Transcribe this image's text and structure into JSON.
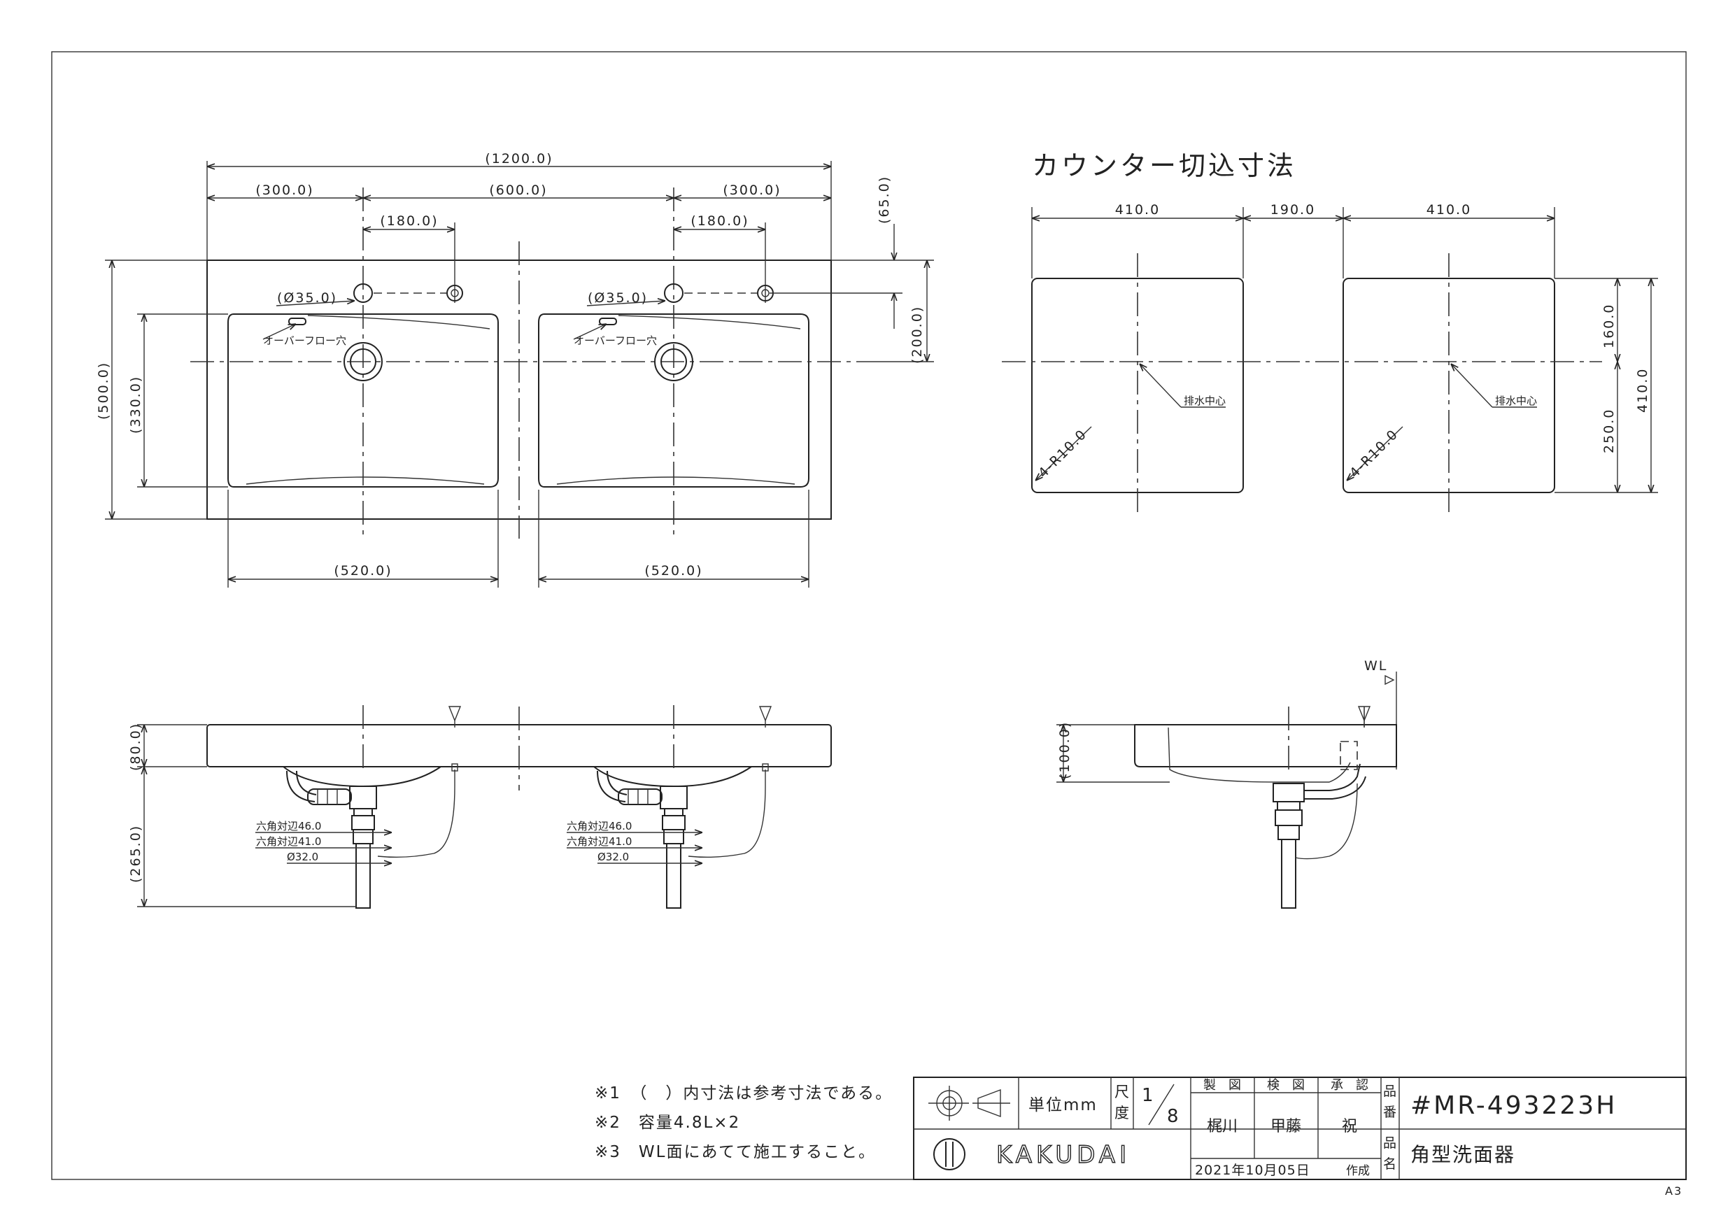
{
  "top_view": {
    "dim_total_width": "(1200.0)",
    "dim_side_left": "(300.0)",
    "dim_center": "(600.0)",
    "dim_side_right": "(300.0)",
    "dim_faucet_left": "(180.0)",
    "dim_faucet_right": "(180.0)",
    "dim_hole_left": "(Ø35.0)",
    "dim_hole_right": "(Ø35.0)",
    "overflow_left": "オーバーフロー穴",
    "overflow_right": "オーバーフロー穴",
    "dim_back_offset": "(65.0)",
    "dim_drain_offset": "(200.0)",
    "dim_total_depth": "(500.0)",
    "dim_bowl_depth": "(330.0)",
    "dim_bowl_left": "(520.0)",
    "dim_bowl_right": "(520.0)"
  },
  "cutout_view": {
    "title": "カウンター切込寸法",
    "dim_left": "410.0",
    "dim_gap": "190.0",
    "dim_right": "410.0",
    "drain_center_left": "排水中心",
    "drain_center_right": "排水中心",
    "radius_left": "4-R10.0",
    "radius_right": "4-R10.0",
    "dim_front": "160.0",
    "dim_rear": "250.0",
    "dim_depth": "410.0"
  },
  "side_view": {
    "dim_thickness": "(80.0)",
    "dim_drain_length": "(265.0)",
    "hex_46_left": "六角対辺46.0",
    "hex_41_left": "六角対辺41.0",
    "pipe_32_left": "Ø32.0",
    "hex_46_right": "六角対辺46.0",
    "hex_41_right": "六角対辺41.0",
    "pipe_32_right": "Ø32.0"
  },
  "end_view": {
    "wl_label": "WL",
    "dim_height": "(100.0)"
  },
  "notes": [
    "※1　（　）内寸法は参考寸法である。",
    "※2　容量4.8L×2",
    "※3　WL面にあてて施工すること。"
  ],
  "title_block": {
    "unit_label": "単位mm",
    "scale_label_1": "尺",
    "scale_label_2": "度",
    "scale_num": "1",
    "scale_den": "8",
    "drawn_head": "製　図",
    "checked_head": "検　図",
    "approved_head": "承　認",
    "drawn_by": "梶川",
    "checked_by": "甲藤",
    "approved_by": "祝",
    "part_no_label_1": "品",
    "part_no_label_2": "番",
    "part_no": "#MR-493223H",
    "name_label_1": "品",
    "name_label_2": "名",
    "product_name": "角型洗面器",
    "company": "KAKUDAI",
    "date": "2021年10月05日",
    "date_suffix": "作成"
  },
  "sheet_size": "A3"
}
